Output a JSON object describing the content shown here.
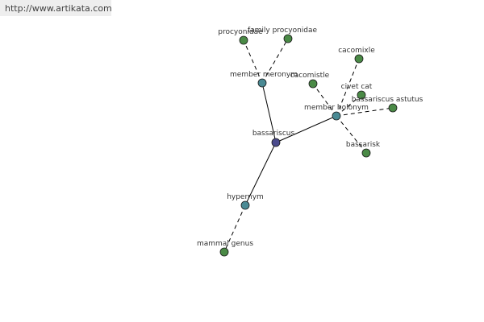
{
  "source_url": "http://www.artikata.com",
  "colors": {
    "center": "#4a4a8c",
    "relation": "#4a8a94",
    "leaf": "#4a8a46"
  },
  "nodes": [
    {
      "id": "bassariscus",
      "label": "bassariscus",
      "kind": "center"
    },
    {
      "id": "member_meronym",
      "label": "member meronym",
      "kind": "relation"
    },
    {
      "id": "member_holonym",
      "label": "member holonym",
      "kind": "relation"
    },
    {
      "id": "hypernym",
      "label": "hypernym",
      "kind": "relation"
    },
    {
      "id": "procyonidae",
      "label": "procyonidae",
      "kind": "leaf"
    },
    {
      "id": "family_procyonidae",
      "label": "family procyonidae",
      "kind": "leaf"
    },
    {
      "id": "cacomixle",
      "label": "cacomixle",
      "kind": "leaf"
    },
    {
      "id": "cacomistle",
      "label": "cacomistle",
      "kind": "leaf"
    },
    {
      "id": "civet_cat",
      "label": "civet cat",
      "kind": "leaf"
    },
    {
      "id": "bassariscus_astutus",
      "label": "bassariscus astutus",
      "kind": "leaf"
    },
    {
      "id": "bassarisk",
      "label": "bassarisk",
      "kind": "leaf"
    },
    {
      "id": "mammal_genus",
      "label": "mammal genus",
      "kind": "leaf"
    }
  ],
  "edges": [
    {
      "from": "bassariscus",
      "to": "member_meronym",
      "style": "solid"
    },
    {
      "from": "bassariscus",
      "to": "member_holonym",
      "style": "solid"
    },
    {
      "from": "bassariscus",
      "to": "hypernym",
      "style": "solid"
    },
    {
      "from": "member_meronym",
      "to": "procyonidae",
      "style": "dashed"
    },
    {
      "from": "member_meronym",
      "to": "family_procyonidae",
      "style": "dashed"
    },
    {
      "from": "member_holonym",
      "to": "cacomixle",
      "style": "dashed"
    },
    {
      "from": "member_holonym",
      "to": "cacomistle",
      "style": "dashed"
    },
    {
      "from": "member_holonym",
      "to": "civet_cat",
      "style": "dashed"
    },
    {
      "from": "member_holonym",
      "to": "bassariscus_astutus",
      "style": "dashed"
    },
    {
      "from": "member_holonym",
      "to": "bassarisk",
      "style": "dashed"
    },
    {
      "from": "hypernym",
      "to": "mammal_genus",
      "style": "dashed"
    }
  ]
}
